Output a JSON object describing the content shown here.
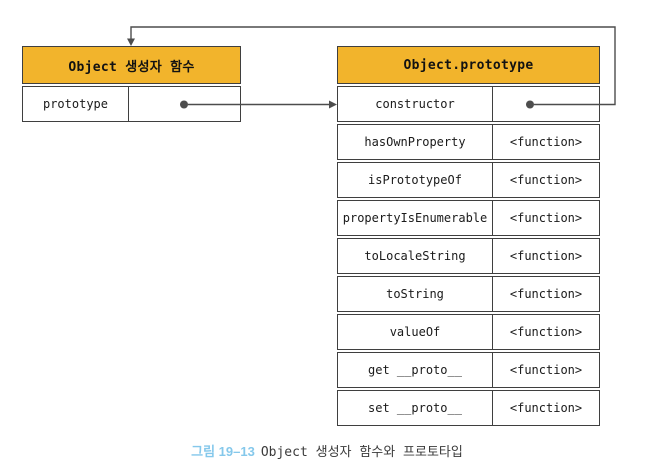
{
  "diagram": {
    "left_table": {
      "title": "Object 생성자 함수",
      "rows": [
        {
          "name": "prototype",
          "value": "",
          "pointer": true
        }
      ]
    },
    "right_table": {
      "title": "Object.prototype",
      "rows": [
        {
          "name": "constructor",
          "value": "",
          "pointer": true
        },
        {
          "name": "hasOwnProperty",
          "value": "<function>"
        },
        {
          "name": "isPrototypeOf",
          "value": "<function>"
        },
        {
          "name": "propertyIsEnumerable",
          "value": "<function>"
        },
        {
          "name": "toLocaleString",
          "value": "<function>"
        },
        {
          "name": "toString",
          "value": "<function>"
        },
        {
          "name": "valueOf",
          "value": "<function>"
        },
        {
          "name": "get __proto__",
          "value": "<function>"
        },
        {
          "name": "set __proto__",
          "value": "<function>"
        }
      ]
    },
    "arrows": [
      {
        "name": "prototype-to-Object.prototype",
        "from": "left_table.prototype",
        "to": "right_table (left edge of constructor row)",
        "style": "dot-origin, right-arrowhead"
      },
      {
        "name": "constructor-to-Object-constructor",
        "from": "right_table.constructor",
        "to": "left_table (top edge of header)",
        "style": "dot-origin, routed right-up-left, down-arrowhead"
      }
    ],
    "colors": {
      "header_bg": "#F2B42C",
      "border": "#3F3F3F",
      "arrow": "#4D4D4D",
      "caption_accent": "#85C8EB",
      "caption_text": "#3B3B3B",
      "background": "#FFFFFF"
    },
    "icons": {
      "pointer_dot": "filled-circle",
      "arrowhead": "filled-triangle"
    }
  },
  "caption": {
    "figure_label": "그림 19–13",
    "text": "Object 생성자 함수와 프로토타입"
  }
}
